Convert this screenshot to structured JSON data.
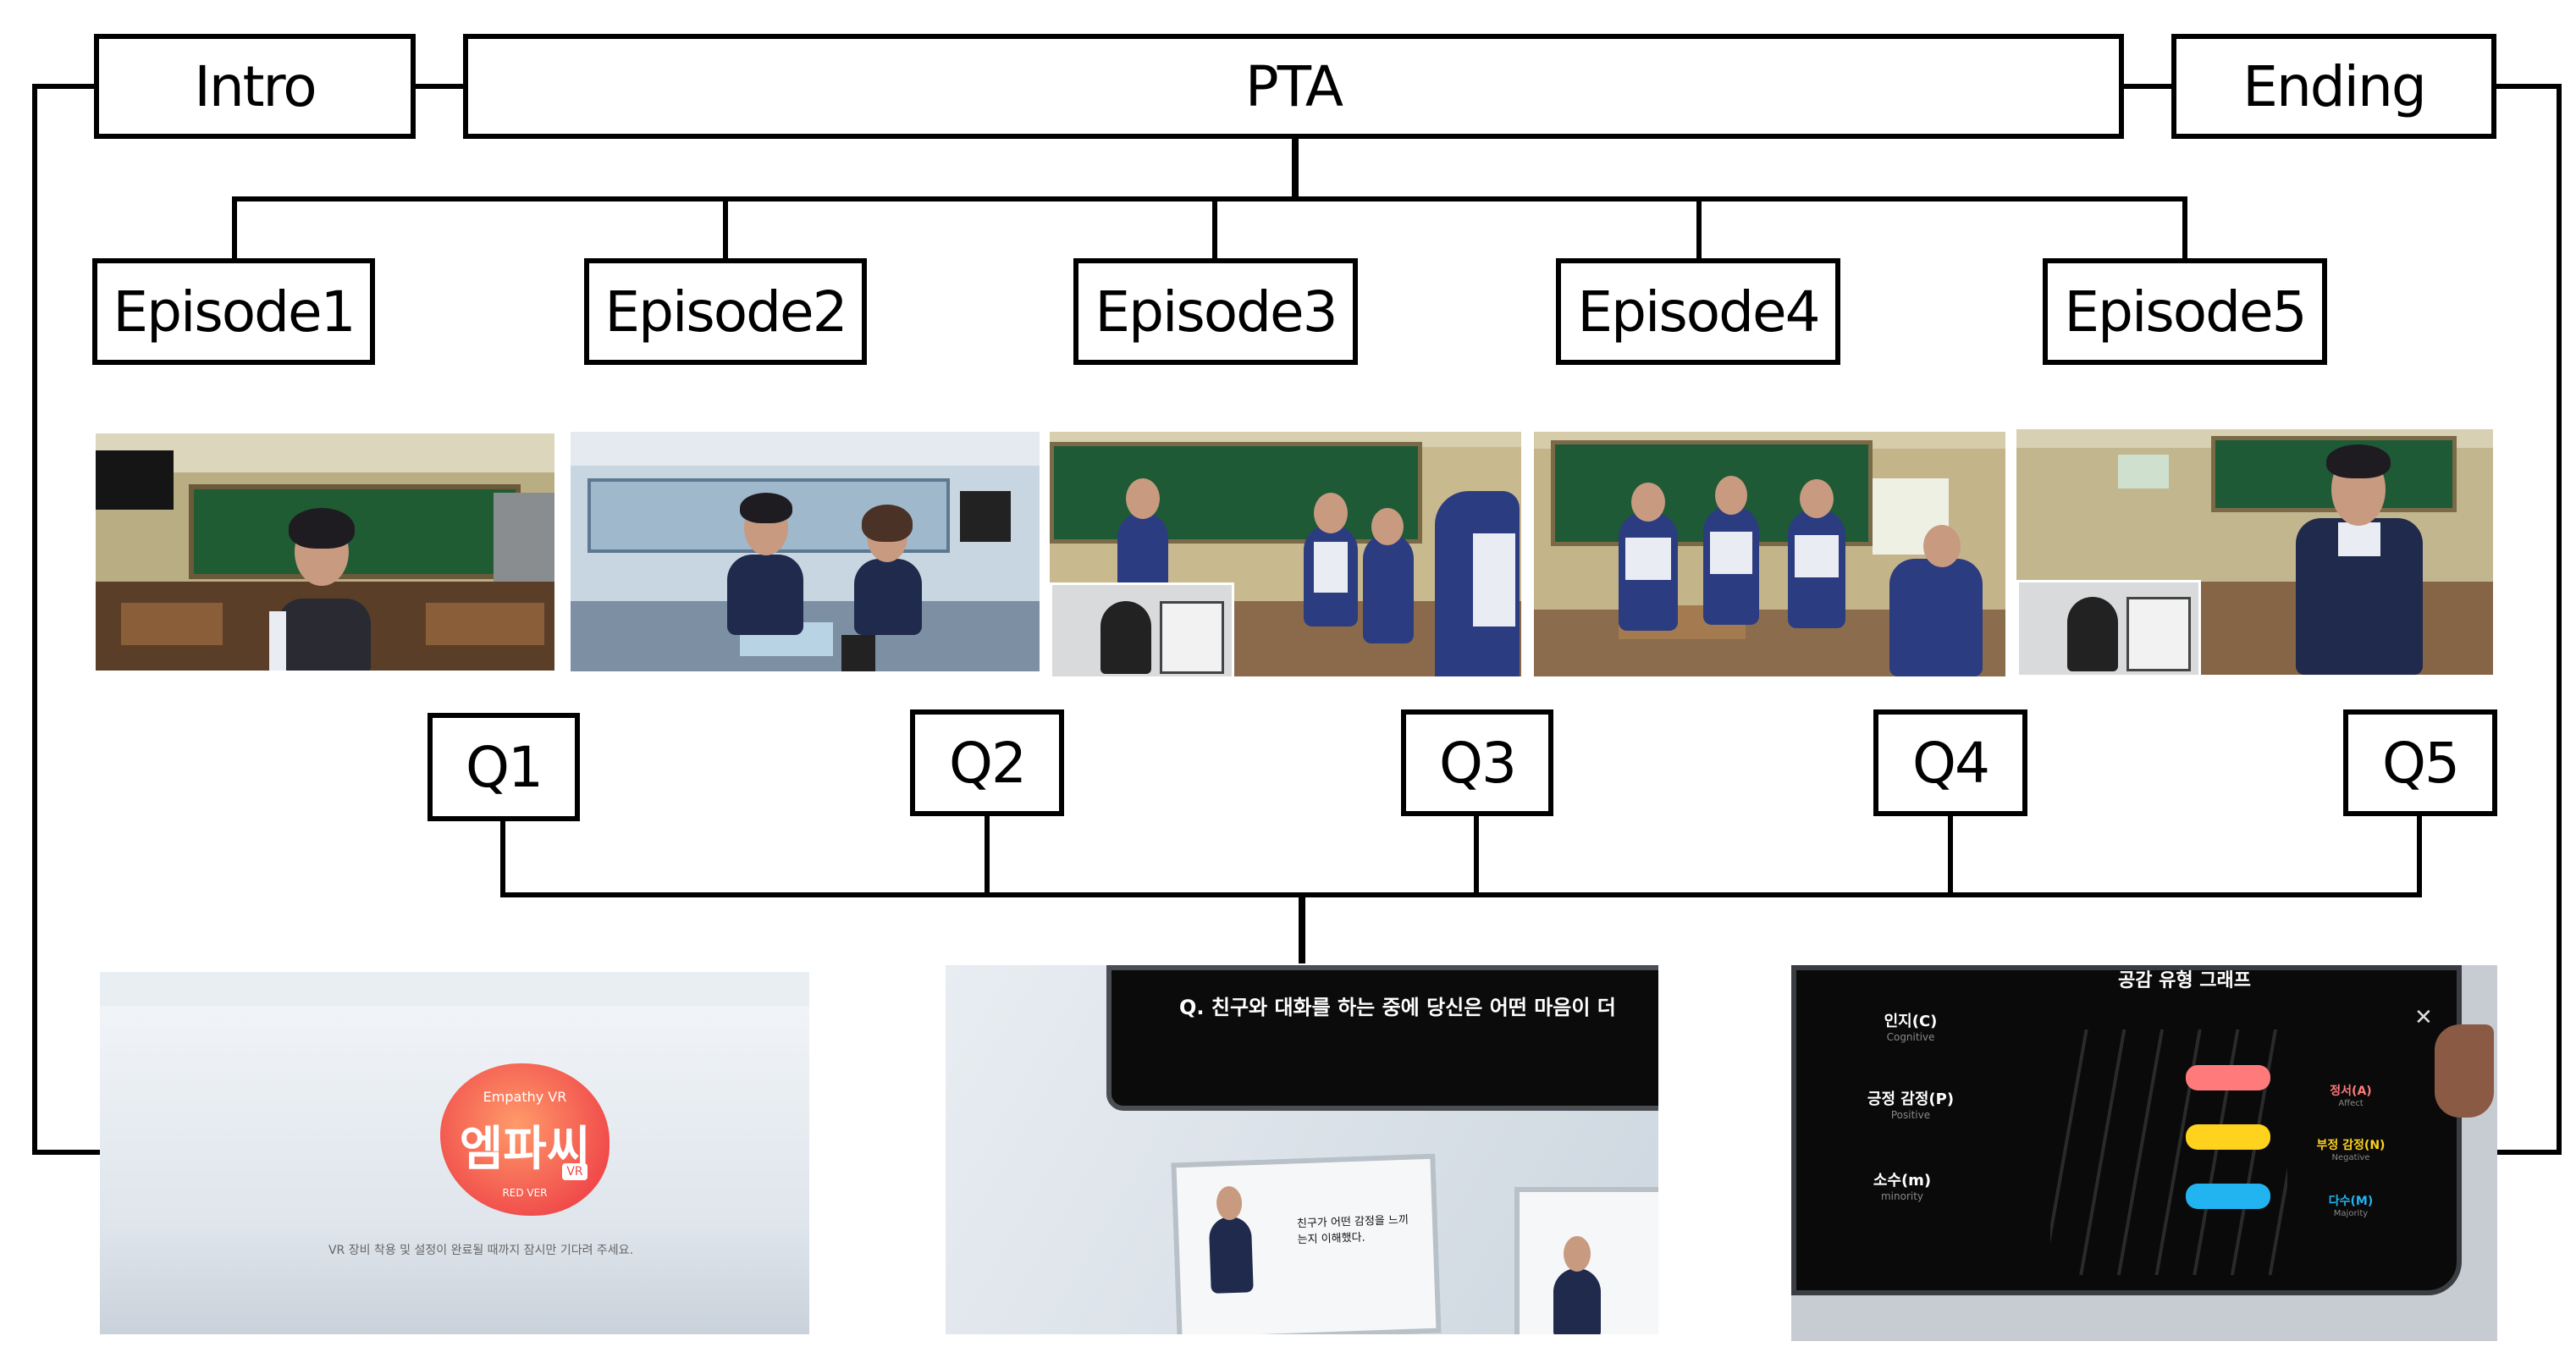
{
  "top": {
    "intro": "Intro",
    "pta": "PTA",
    "ending": "Ending"
  },
  "episodes": [
    "Episode1",
    "Episode2",
    "Episode3",
    "Episode4",
    "Episode5"
  ],
  "questions": [
    "Q1",
    "Q2",
    "Q3",
    "Q4",
    "Q5"
  ],
  "screens": {
    "intro": {
      "logo_small": "Empathy VR",
      "logo_main": "엠파씨",
      "logo_badge": "VR",
      "logo_sub": "RED VER",
      "message": "VR 장비 착용 및 설정이 완료될 때까지 잠시만 기다려 주세요."
    },
    "question": {
      "question_text": "Q. 친구와 대화를 하는 중에 당신은 어떤 마음이 더",
      "card_text": "친구가 어떤 감정을 느끼는지 이해했다."
    },
    "ending": {
      "graph_title": "공감 유형 그래프",
      "left_labels": [
        {
          "main": "인지(C)",
          "sub": "Cognitive"
        },
        {
          "main": "긍정 감정(P)",
          "sub": "Positive"
        },
        {
          "main": "소수(m)",
          "sub": "minority"
        }
      ],
      "right_labels": [
        {
          "main": "정서(A)",
          "sub": "Affect"
        },
        {
          "main": "부정 감정(N)",
          "sub": "Negative"
        },
        {
          "main": "다수(M)",
          "sub": "Majority"
        }
      ],
      "bar_colors": [
        "#ff7a7a",
        "#ffd21e",
        "#22b4f0"
      ]
    }
  }
}
